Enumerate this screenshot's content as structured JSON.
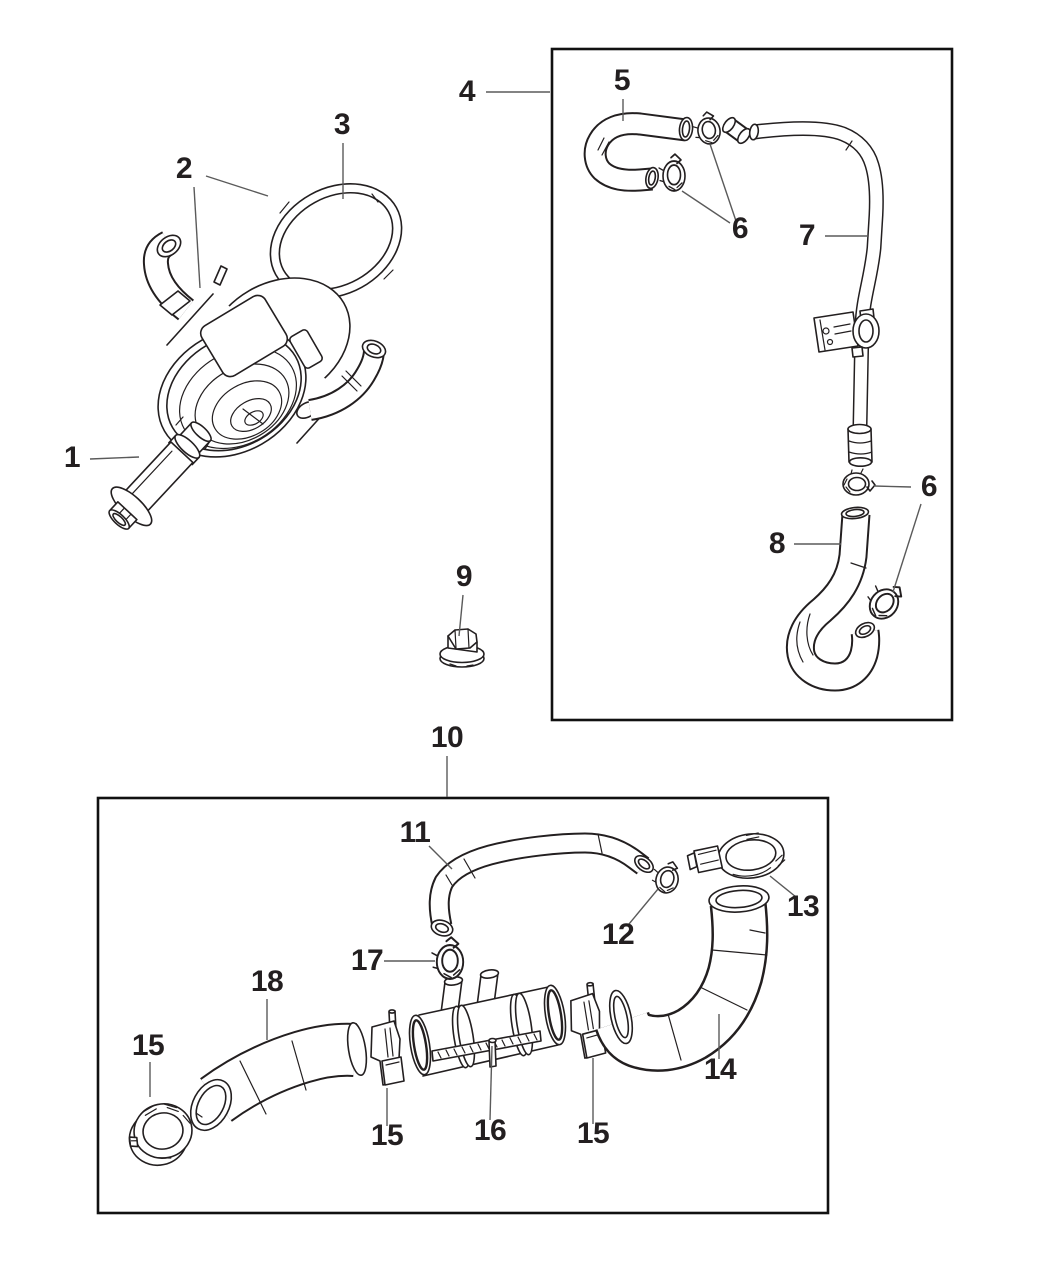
{
  "figure": {
    "type": "exploded-parts-line-drawing",
    "background": "#ffffff",
    "ink": "#231f20",
    "leader_line_color": "#5a5a5a",
    "panel_border_color": "#111111",
    "panels": 2
  },
  "callouts": [
    {
      "label": "1"
    },
    {
      "label": "2"
    },
    {
      "label": "3"
    },
    {
      "label": "4"
    },
    {
      "label": "5"
    },
    {
      "label": "6"
    },
    {
      "label": "7"
    },
    {
      "label": "6"
    },
    {
      "label": "8"
    },
    {
      "label": "9"
    },
    {
      "label": "10"
    },
    {
      "label": "11"
    },
    {
      "label": "12"
    },
    {
      "label": "13"
    },
    {
      "label": "14"
    },
    {
      "label": "15"
    },
    {
      "label": "15"
    },
    {
      "label": "15"
    },
    {
      "label": "16"
    },
    {
      "label": "17"
    },
    {
      "label": "18"
    }
  ]
}
